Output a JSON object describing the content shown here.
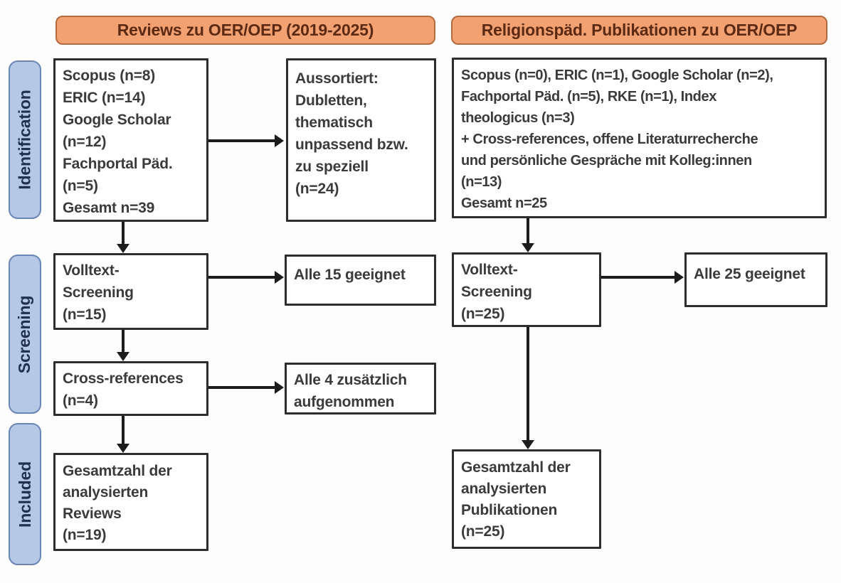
{
  "colors": {
    "banner_fill": "#f2a173",
    "banner_border": "#b26a3e",
    "banner_text": "#5c2912",
    "stage_fill": "#b5c8e6",
    "stage_border": "#6a86b5",
    "stage_text": "#20304f",
    "box_border": "#2d2d2d",
    "box_text": "#3b3b3b",
    "arrow": "#1c1c1c",
    "background": "#fdfdfd"
  },
  "banners": {
    "left": "Reviews zu OER/OEP (2019-2025)",
    "right": "Religionspäd. Publikationen zu OER/OEP"
  },
  "stages": {
    "identification": "Identification",
    "screening": "Screening",
    "included": "Included"
  },
  "left": {
    "sources": {
      "lines": [
        "Scopus (n=8)",
        "ERIC (n=14)",
        "Google Scholar",
        "(n=12)",
        "Fachportal Päd.",
        "(n=5)",
        "Gesamt n=39"
      ]
    },
    "excluded": {
      "lines": [
        "Aussortiert:",
        "Dubletten,",
        "thematisch",
        "unpassend bzw.",
        "zu speziell",
        "(n=24)"
      ]
    },
    "fulltext": {
      "lines": [
        "Volltext-",
        "Screening",
        "(n=15)"
      ]
    },
    "fulltext_result": "Alle 15 geeignet",
    "crossref": {
      "lines": [
        "Cross-references",
        "(n=4)"
      ]
    },
    "crossref_result": {
      "lines": [
        "Alle 4 zusätzlich",
        "aufgenommen"
      ]
    },
    "included": {
      "lines": [
        "Gesamtzahl der",
        "analysierten",
        "Reviews",
        "(n=19)"
      ]
    }
  },
  "right": {
    "sources": {
      "lines": [
        "Scopus (n=0), ERIC (n=1), Google Scholar (n=2),",
        "Fachportal Päd. (n=5), RKE (n=1), Index",
        "theologicus (n=3)",
        "+ Cross-references, offene Literaturrecherche",
        "und persönliche Gespräche mit Kolleg:innen",
        "(n=13)",
        "Gesamt n=25"
      ]
    },
    "fulltext": {
      "lines": [
        "Volltext-",
        "Screening",
        "(n=25)"
      ]
    },
    "fulltext_result": "Alle 25 geeignet",
    "included": {
      "lines": [
        "Gesamtzahl der",
        "analysierten",
        "Publikationen",
        "(n=25)"
      ]
    }
  }
}
